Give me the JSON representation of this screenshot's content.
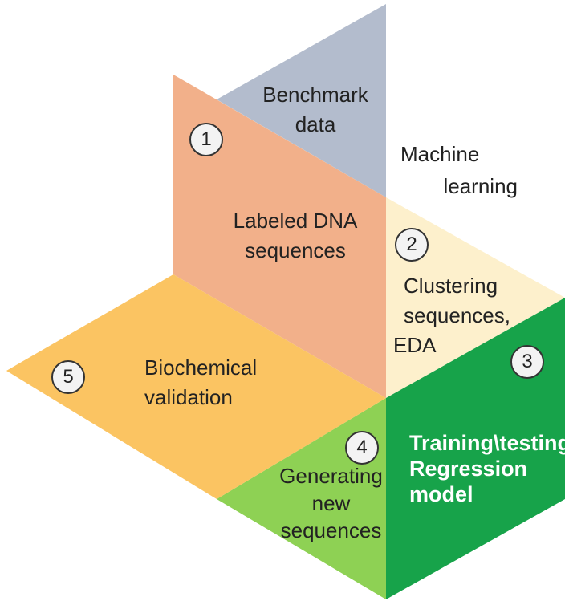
{
  "colors": {
    "benchmark": "#b3bccd",
    "labeled": "#f2b08a",
    "clustering": "#fdf0cc",
    "training": "#17a34a",
    "generating": "#8ed154",
    "biochemical": "#fbc462"
  },
  "labels": {
    "benchmark": [
      "Benchmark",
      "data"
    ],
    "machine_learning": [
      "Machine",
      "learning"
    ],
    "labeled": [
      "Labeled DNA",
      "sequences"
    ],
    "clustering": [
      "Clustering",
      "sequences,",
      "EDA"
    ],
    "training": [
      "Training\\testing",
      "Regression",
      "model"
    ],
    "generating": [
      "Generating",
      "new",
      "sequences"
    ],
    "biochemical": [
      "Biochemical",
      "validation"
    ]
  },
  "steps": {
    "one": "1",
    "two": "2",
    "three": "3",
    "four": "4",
    "five": "5"
  }
}
